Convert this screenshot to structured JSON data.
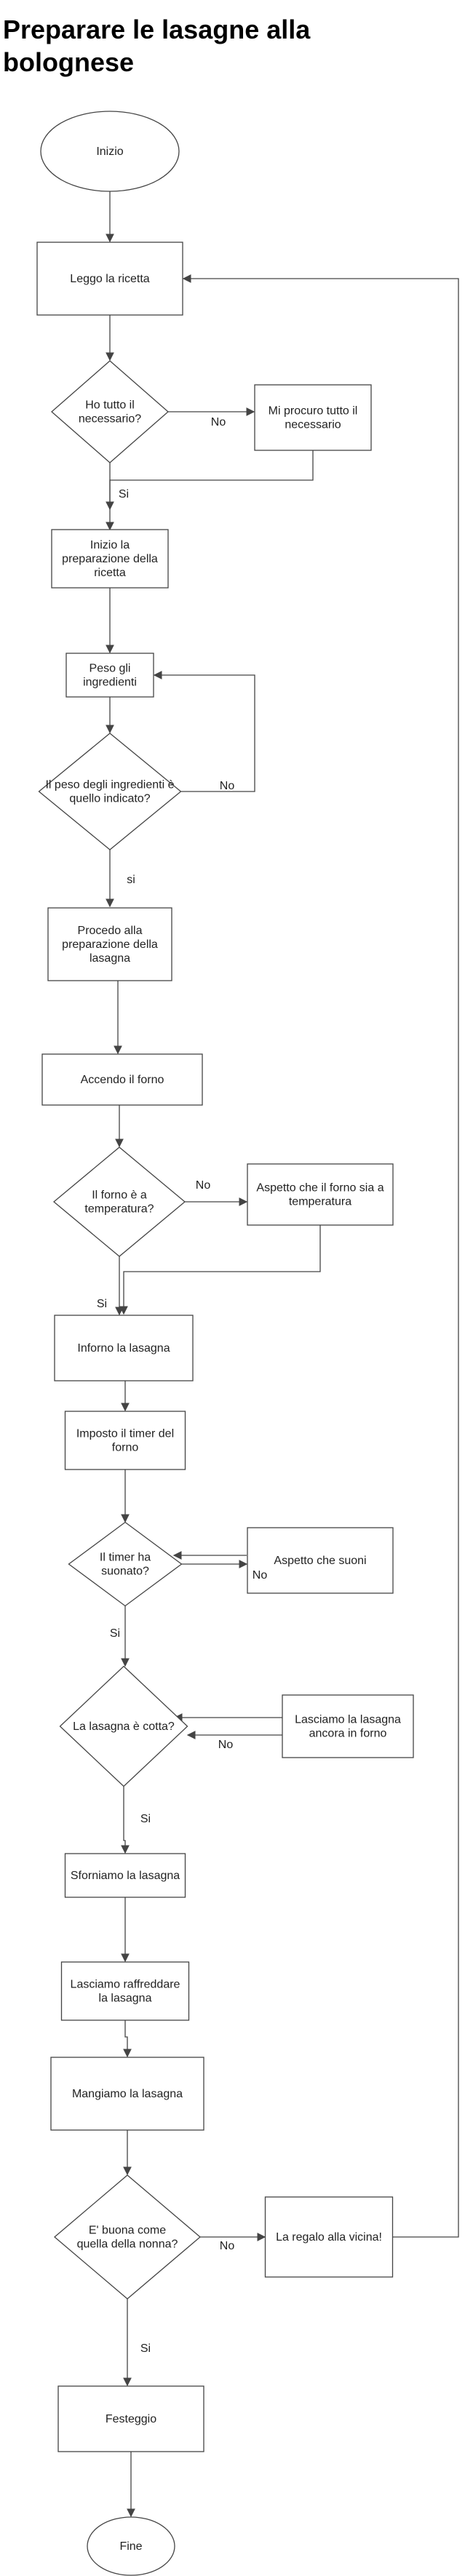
{
  "title": "Preparare le lasagne alla bolognese",
  "nodes": {
    "inizio": "Inizio",
    "leggo": "Leggo la ricetta",
    "ho_tutto": "Ho tutto il necessario?",
    "procuro": "Mi procuro tutto il necessario",
    "inizio_prep": "Inizio la preparazione della ricetta",
    "peso": "Peso gli ingredienti",
    "peso_ok": "Il peso degli ingredienti è quello indicato?",
    "procedo": "Procedo alla preparazione della lasagna",
    "accendo": "Accendo il forno",
    "forno_temp": "Il forno è a temperatura?",
    "aspetto_forno": "Aspetto che il forno sia a temperatura",
    "inforno": "Inforno la lasagna",
    "timer": "Imposto il timer del forno",
    "timer_suonato": "Il timer ha suonato?",
    "aspetto_suoni": "Aspetto che suoni",
    "cotta": "La lasagna è cotta?",
    "lasciamo_forno": "Lasciamo la lasagna ancora in forno",
    "sforniamo": "Sforniamo la lasagna",
    "raffreddare": "Lasciamo raffreddare la lasagna",
    "mangiamo": "Mangiamo la lasagna",
    "nonna": "E' buona come quella della nonna?",
    "regalo": "La regalo alla vicina!",
    "festeggio": "Festeggio",
    "fine": "Fine"
  },
  "edge_labels": {
    "no_1": "No",
    "si_1": "Si",
    "no_2": "No",
    "si_2": "si",
    "no_3": "No",
    "si_3": "Si",
    "no_4": "No",
    "si_4": "Si",
    "no_5": "No",
    "si_5": "Si",
    "no_6": "No",
    "si_6": "Si"
  }
}
